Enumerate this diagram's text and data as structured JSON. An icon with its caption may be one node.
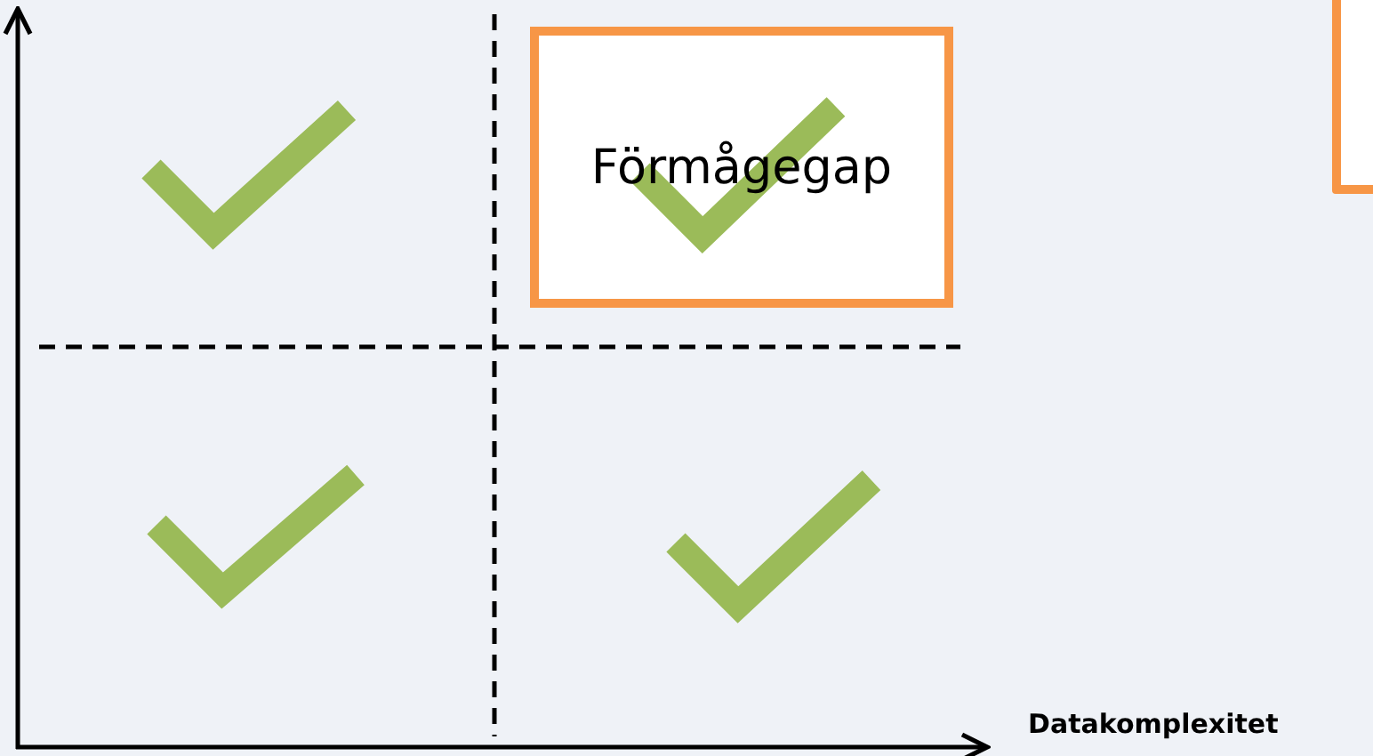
{
  "diagram": {
    "nodes": [
      {
        "text": [
          "Förmågegap"
        ]
      },
      {
        "text": [],
        "shape": "box"
      }
    ],
    "labels": [
      "Datakomplexitet"
    ]
  }
}
